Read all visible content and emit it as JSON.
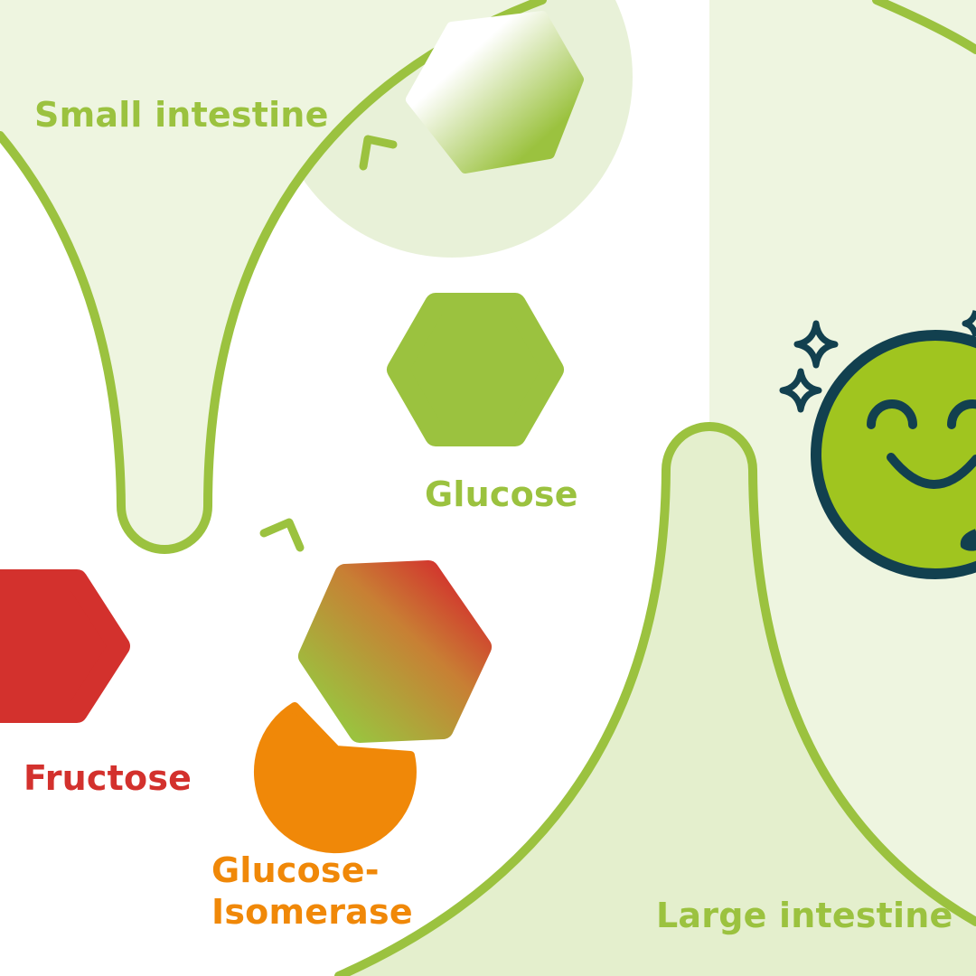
{
  "labels": {
    "small_intestine": "Small intestine",
    "glucose": "Glucose",
    "fructose": "Fructose",
    "glucose_isomerase": "Glucose-\nIsomerase",
    "large_intestine": "Large intestine"
  },
  "icons": {
    "happy_face": "happy-face-icon",
    "sparkle": "sparkle-icon",
    "arrow": "chevron-up-icon"
  },
  "colors": {
    "green": "#9bc23f",
    "green_label": "#9bc23f",
    "red": "#d3312d",
    "orange": "#f08808",
    "tint": "#eef5e0",
    "tint_dark": "#dbe9c3",
    "navy": "#12404f",
    "face": "#a0c51f"
  }
}
